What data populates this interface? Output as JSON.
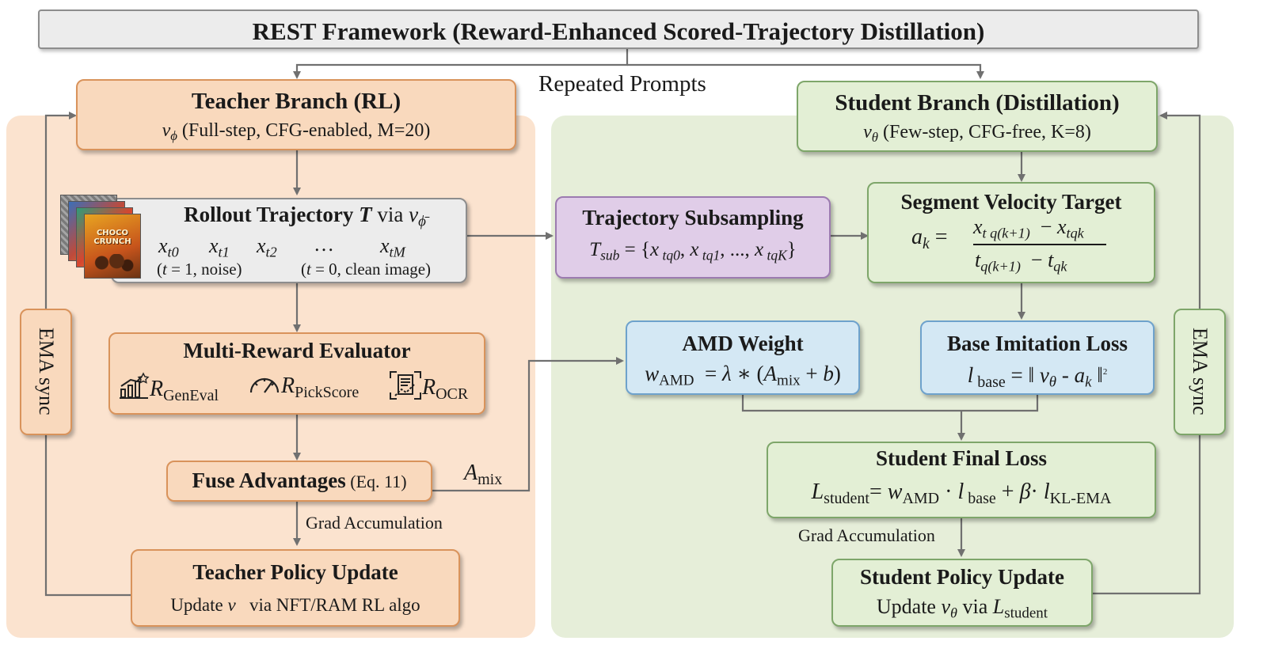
{
  "title": "REST Framework (Reward-Enhanced Scored-Trajectory Distillation)",
  "repeated_prompts": "Repeated Prompts",
  "teacher": {
    "branch_title": "Teacher Branch (RL)",
    "branch_symbol": "v",
    "branch_symbol_sub": "ϕ",
    "branch_desc": "(Full-step, CFG-enabled, M=20)",
    "rollout": {
      "title_a": "Rollout Trajectory ",
      "title_T": "T",
      "title_b": " via ",
      "title_v": "v",
      "title_v_sub": "ϕ̄",
      "x0": "x",
      "x0_sub": "t0",
      "x1": "x",
      "x1_sub": "t1",
      "x2": "x",
      "x2_sub": "t2",
      "dots": "…",
      "xm": "x",
      "xm_sub": "tM",
      "left_note_a": "(",
      "left_note_t": "t",
      "left_note_b": " = 1, noise)",
      "right_note_a": "(",
      "right_note_t": "t",
      "right_note_b": " = 0, clean image)",
      "thumb_text": "CHOCO CRUNCH"
    },
    "evaluator": {
      "title": "Multi-Reward Evaluator",
      "r": "R",
      "r1_sub": "GenEval",
      "r2_sub": "PickScore",
      "r3_sub": "OCR",
      "r1_icon": "bar-chart-star-icon",
      "r2_icon": "gauge-icon",
      "r3_icon": "scan-document-icon"
    },
    "fuse": {
      "title": "Fuse Advantages",
      "eq": " (Eq. 11)"
    },
    "a_mix": "A",
    "a_mix_sub": "mix",
    "grad_acc": "Grad Accumulation",
    "policy_update": {
      "title": "Teacher Policy Update",
      "desc_a": "Update ",
      "desc_v": "v",
      "desc_b": "   via NFT/RAM RL algo"
    },
    "ema": "EMA sync"
  },
  "middle": {
    "subsampling": {
      "title": "Trajectory Subsampling",
      "lhs": "T",
      "lhs_sub": "sub",
      "eq": " = {",
      "x": "x",
      "s0": " tq0",
      "s1": " tq1",
      "mid": ", ..., ",
      "sk": " tqK",
      "close": "}"
    },
    "amd": {
      "title": "AMD Weight",
      "w": "w",
      "w_sub": "AMD",
      "eq_a": "  = ",
      "lambda": "λ",
      "eq_b": " ∗ (",
      "a": "A",
      "a_sub": "mix",
      "eq_c": " + ",
      "b": "b",
      "eq_d": ")"
    }
  },
  "student": {
    "branch_title": "Student Branch (Distillation)",
    "branch_symbol": "v",
    "branch_symbol_sub": "θ",
    "branch_desc": "(Few-step, CFG-free, K=8)",
    "segment": {
      "title": "Segment Velocity Target",
      "lhs": "a",
      "lhs_sub": "k",
      "eq": " = ",
      "num_x": "x",
      "num_a_sub": "t q(k+1)",
      "num_minus": "  − ",
      "num_b_sub": "tqk",
      "den_t": "t",
      "den_a_sub": "q(k+1)",
      "den_minus": "  − ",
      "den_b_sub": "qk"
    },
    "base_loss": {
      "title": "Base Imitation Loss",
      "l": "l",
      "l_sub": " base",
      "eq": " = ‖ ",
      "v": "v",
      "v_sub": "θ",
      "minus": " - ",
      "a": "a",
      "a_sub": "k",
      "close": " ‖",
      "sq": "2"
    },
    "final_loss": {
      "title": "Student Final Loss",
      "L": "L",
      "L_sub": "student",
      "eq": "= ",
      "w": "w",
      "w_sub": "AMD",
      "dot1": " · ",
      "l": "l",
      "l_sub": " base",
      "plus": " + ",
      "beta": "β",
      "dot2": "· ",
      "l2": "l",
      "l2_sub": "KL-EMA"
    },
    "grad_acc": "Grad Accumulation",
    "policy_update": {
      "title": "Student Policy Update",
      "desc_a": "Update ",
      "v": "v",
      "v_sub": "θ",
      "desc_b": " via ",
      "L": "L",
      "L_sub": "student"
    },
    "ema": "EMA sync"
  },
  "colors": {
    "teacher_panel": "#fbe7d5",
    "student_panel": "#e6eedb",
    "arrow": "#707070"
  }
}
